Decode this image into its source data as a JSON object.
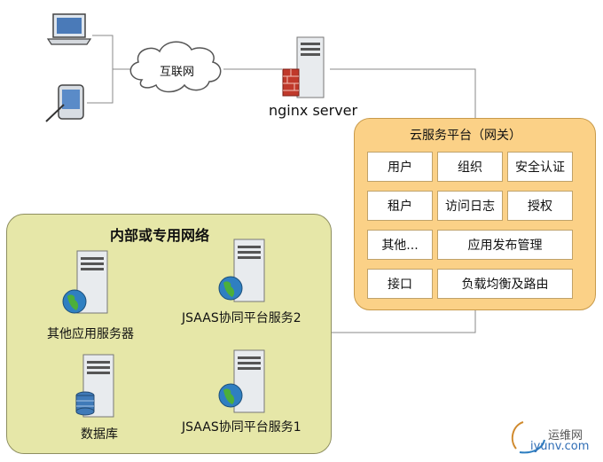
{
  "internet": {
    "label": "互联网"
  },
  "nginx": {
    "label": "nginx server"
  },
  "gateway": {
    "title": "云服务平台（网关）",
    "cells": [
      "用户",
      "组织",
      "安全认证",
      "租户",
      "访问日志",
      "授权",
      "其他...",
      "应用发布管理",
      "接口",
      "负载均衡及路由"
    ]
  },
  "lan": {
    "title": "内部或专用网络",
    "servers": [
      "其他应用服务器",
      "JSAAS协同平台服务2",
      "数据库",
      "JSAAS协同平台服务1"
    ]
  },
  "watermark": {
    "brand": "运维网",
    "url": "iyunv.com"
  },
  "colors": {
    "gateway_fill": "#fbd187",
    "lan_fill": "#e6e7a8",
    "line": "#888888"
  }
}
